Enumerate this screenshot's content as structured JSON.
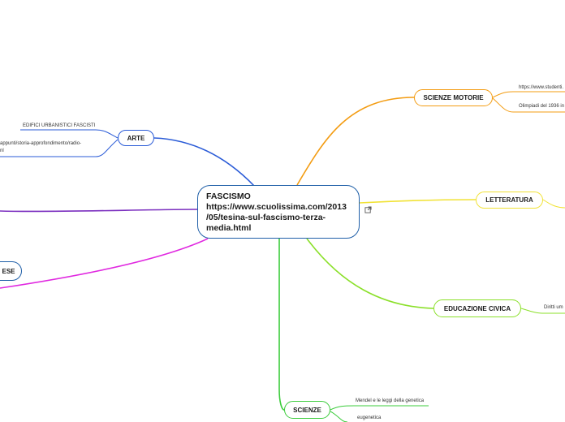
{
  "central": {
    "title": "FASCISMO",
    "url_lines": [
      "https://www.scuolissima.com/2013",
      "/05/tesina-sul-fascismo-terza-",
      "media.html"
    ],
    "link_icon": "external-link-icon"
  },
  "branches": {
    "arte": {
      "label": "ARTE",
      "color": "#2a5bd7",
      "children": [
        "EDIFICI URBANISTICI FASCISTI",
        "appunti/storia-approfondimento/radio-",
        "nl"
      ]
    },
    "scienze_motorie": {
      "label": "SCIENZE MOTORIE",
      "color": "#f39c12",
      "children": [
        "https://www.studenti.",
        "Olimpiadi del 1936 in"
      ]
    },
    "letteratura": {
      "label": "LETTERATURA",
      "color": "#f1e234"
    },
    "educazione_civica": {
      "label": "EDUCAZIONE CIVICA",
      "color": "#8be02a",
      "children": [
        "Diritti um"
      ]
    },
    "scienze": {
      "label": "SCIENZE",
      "color": "#3ccc3c",
      "children": [
        "Mendel e le leggi della genetica",
        "eugenetica"
      ]
    },
    "inglese": {
      "label": "ESE",
      "color": "#e028e0"
    },
    "unnamed_left": {
      "color": "#7b2fbf"
    }
  }
}
